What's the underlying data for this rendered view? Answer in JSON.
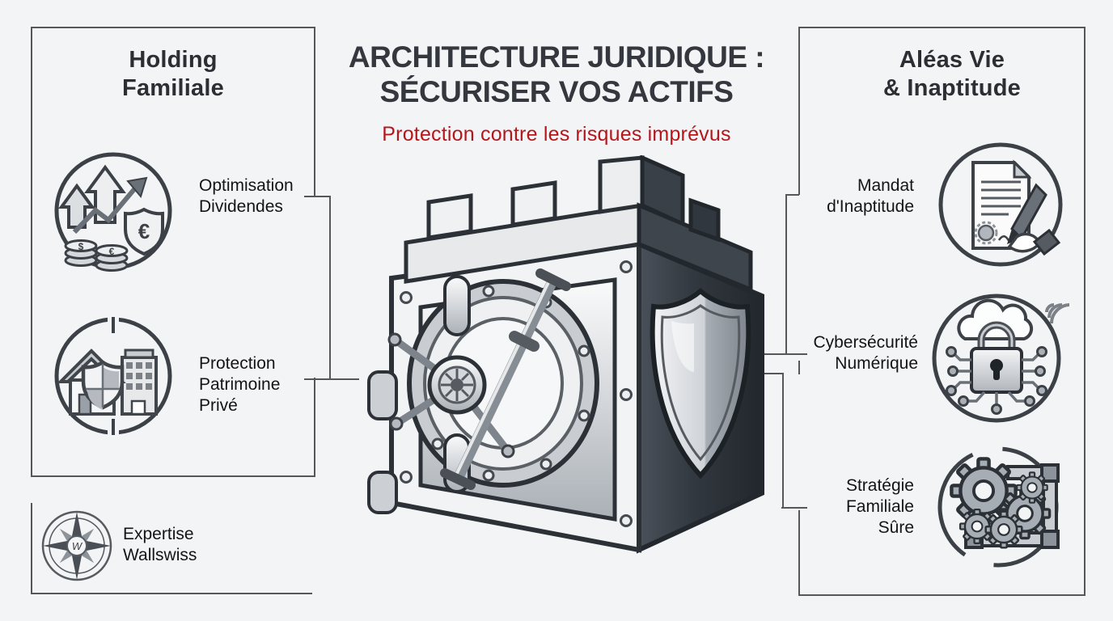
{
  "palette": {
    "background": "#f3f4f5",
    "line": "#54585c",
    "ink": "#121518",
    "heading": "#2b2f34",
    "title": "#34383e",
    "accent_red": "#b5161c",
    "vault_dark_face": "#2b3036",
    "vault_light_face": "#f2f3f5"
  },
  "title": {
    "line1": "ARCHITECTURE JURIDIQUE :",
    "line2": "SÉCURISER VOS ACTIFS",
    "subtitle": "Protection contre les risques imprévus"
  },
  "left_panel": {
    "heading": "Holding\nFamiliale",
    "items": [
      {
        "icon": "growth-dividends-icon",
        "label": "Optimisation\nDividendes"
      },
      {
        "icon": "home-building-shield-icon",
        "label": "Protection\nPatrimoine\nPrivé"
      }
    ]
  },
  "footer_left": {
    "icon": "compass-icon",
    "monogram": "W",
    "label": "Expertise\nWallswiss"
  },
  "right_panel": {
    "heading": "Aléas Vie\n& Inaptitude",
    "items": [
      {
        "icon": "document-signature-icon",
        "label": "Mandat\nd'Inaptitude"
      },
      {
        "icon": "cyber-lock-icon",
        "label": "Cybersécurité\nNumérique"
      },
      {
        "icon": "strategy-gears-icon",
        "label": "Stratégie\nFamiliale\nSûre"
      }
    ]
  },
  "illustration": {
    "name": "vault-shield-illustration",
    "motifs": [
      "castle-crenellations",
      "bank-vault-door",
      "combination-wheel",
      "metal-shield"
    ]
  },
  "icon_symbols": {
    "dollar": "$",
    "euro": "€"
  }
}
